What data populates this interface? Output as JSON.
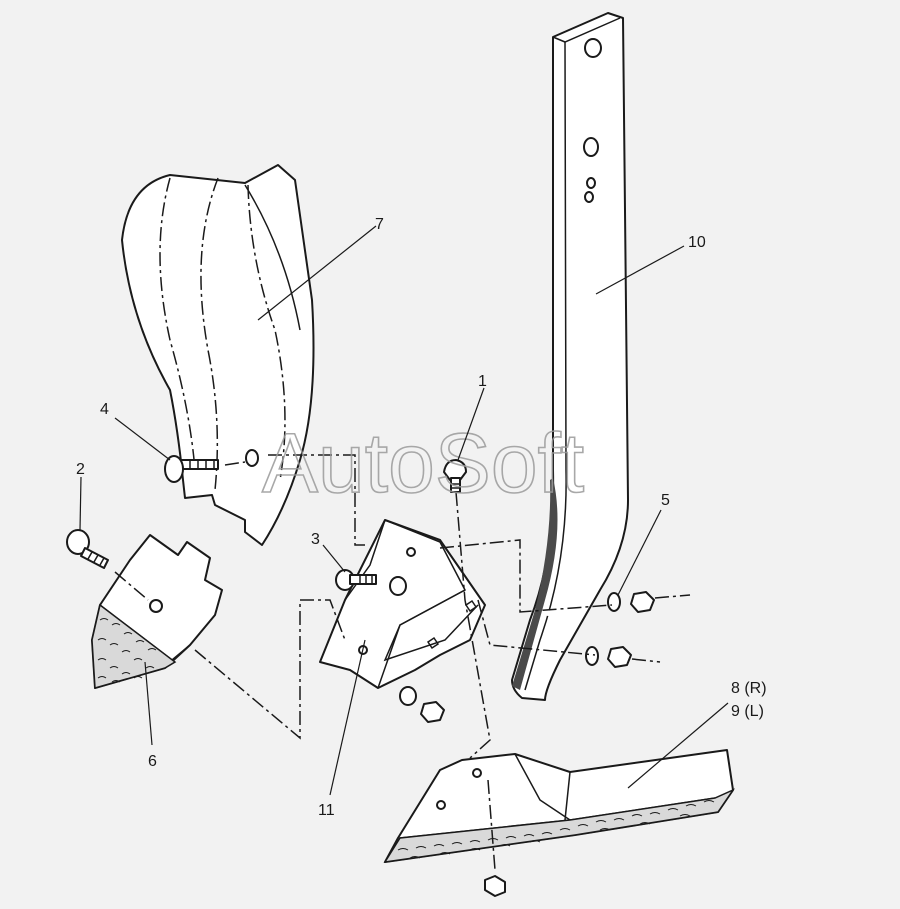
{
  "watermark": "AutoSoft",
  "callouts": {
    "c1": "1",
    "c2": "2",
    "c3": "3",
    "c4": "4",
    "c5": "5",
    "c6": "6",
    "c7": "7",
    "c8": "8 (R)",
    "c9": "9 (L)",
    "c10": "10",
    "c11": "11"
  }
}
